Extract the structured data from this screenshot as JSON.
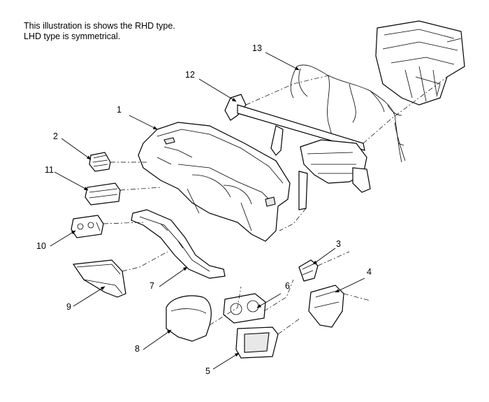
{
  "caption": {
    "line1": "This illustration is shows the RHD type.",
    "line2": "LHD type is symmetrical."
  },
  "callouts": {
    "c1": "1",
    "c2": "2",
    "c3": "3",
    "c4": "4",
    "c5": "5",
    "c6": "6",
    "c7": "7",
    "c8": "8",
    "c9": "9",
    "c10": "10",
    "c11": "11",
    "c12": "12",
    "c13": "13"
  }
}
